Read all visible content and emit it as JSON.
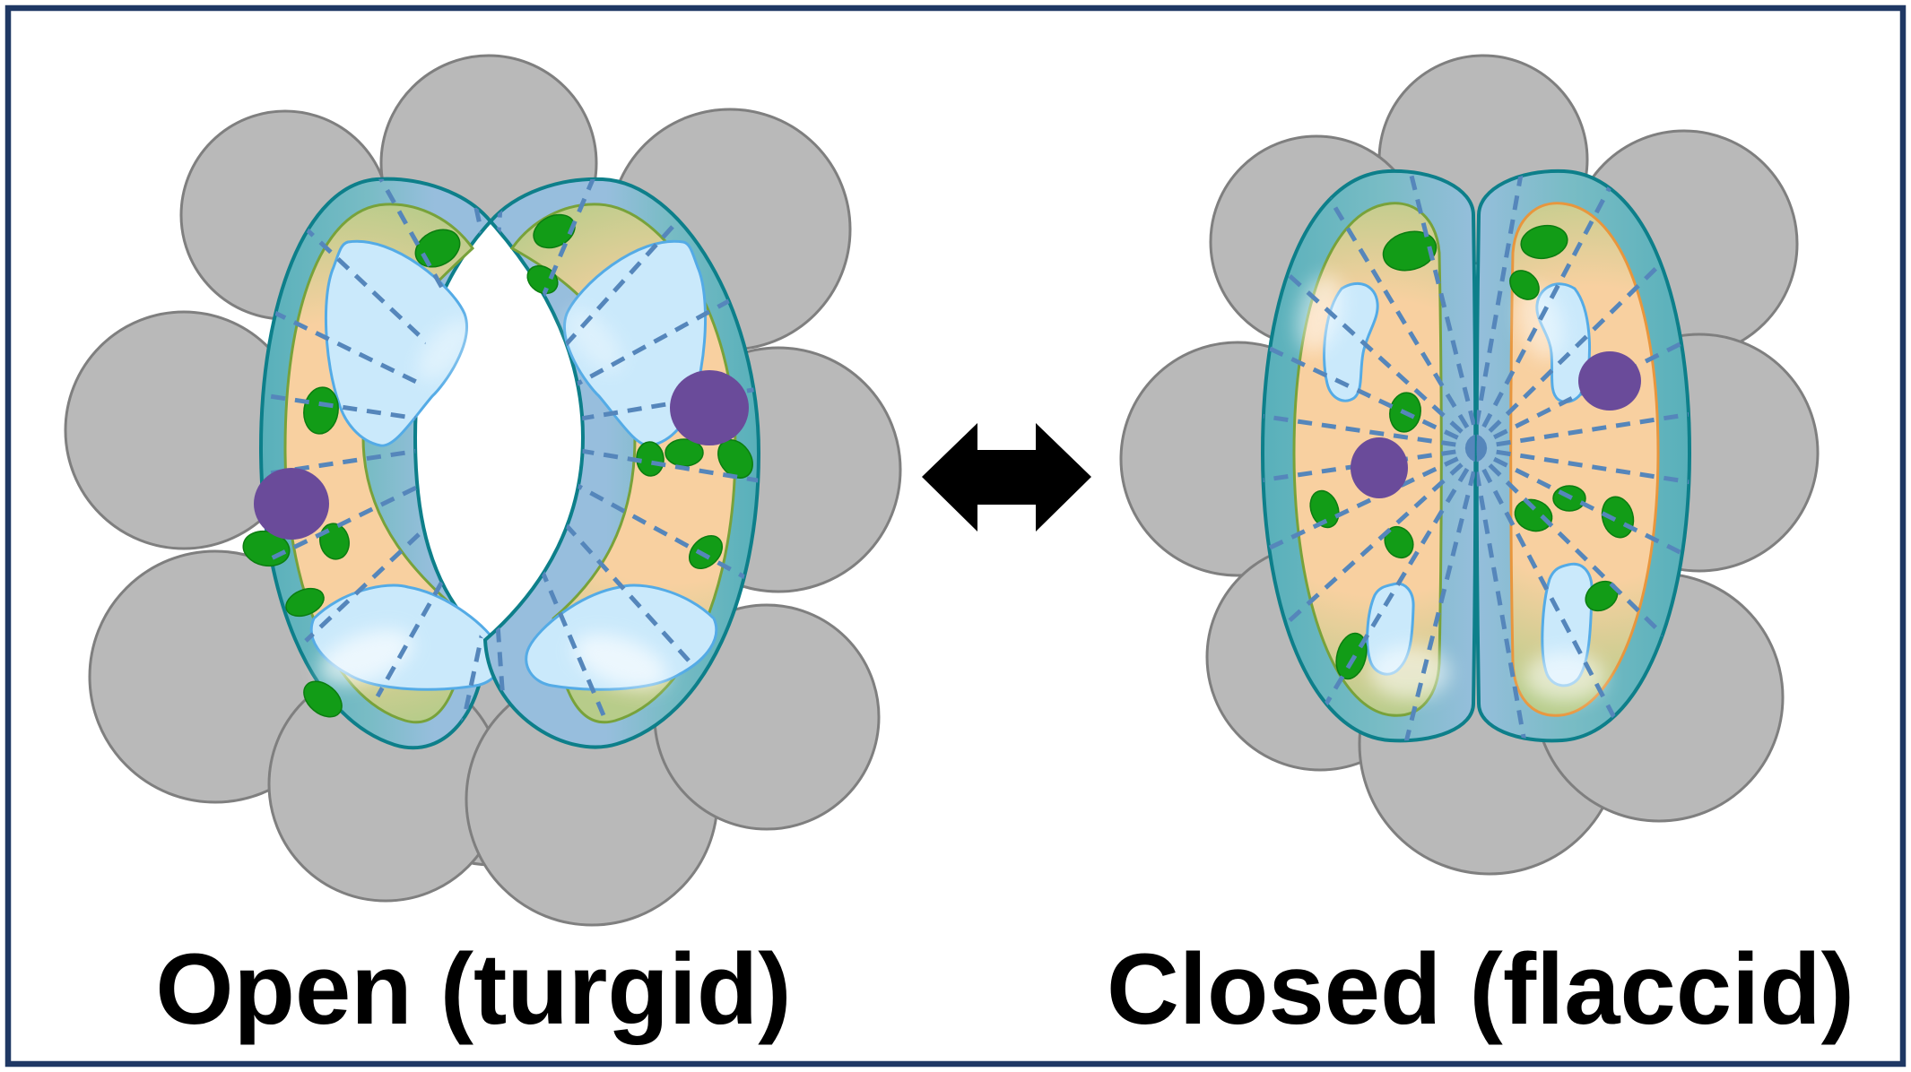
{
  "panels": [
    {
      "id": "open",
      "label": "Open (turgid)"
    },
    {
      "id": "closed",
      "label": "Closed (flaccid)"
    }
  ],
  "icons": {
    "double_arrow": "left-right double-headed arrow"
  },
  "colors": {
    "background": "#ffffff",
    "frame": "#1f3864",
    "label": "#000000",
    "arrow": "#000000",
    "epidermal_fill": "#b9b9b9",
    "epidermal_stroke": "#7f7f7f",
    "pore_fill": "#ffffff",
    "wall_teal": "#58b0ba",
    "wall_teal_light": "#79bcc5",
    "wall_blue": "#97bedd",
    "wall_stroke": "#0d7f8a",
    "cytoplasm_green": "#b7cc8a",
    "cytoplasm_tan": "#f8d0a0",
    "membrane_olive": "#78a23a",
    "membrane_orange": "#e8963d",
    "vacuole_fill": "#cae9fb",
    "vacuole_stroke": "#54abe6",
    "chloroplast": "#129c17",
    "chloroplast_edge": "#0b7d10",
    "nucleus": "#6a4b9a",
    "microfibril": "#5586bb"
  }
}
